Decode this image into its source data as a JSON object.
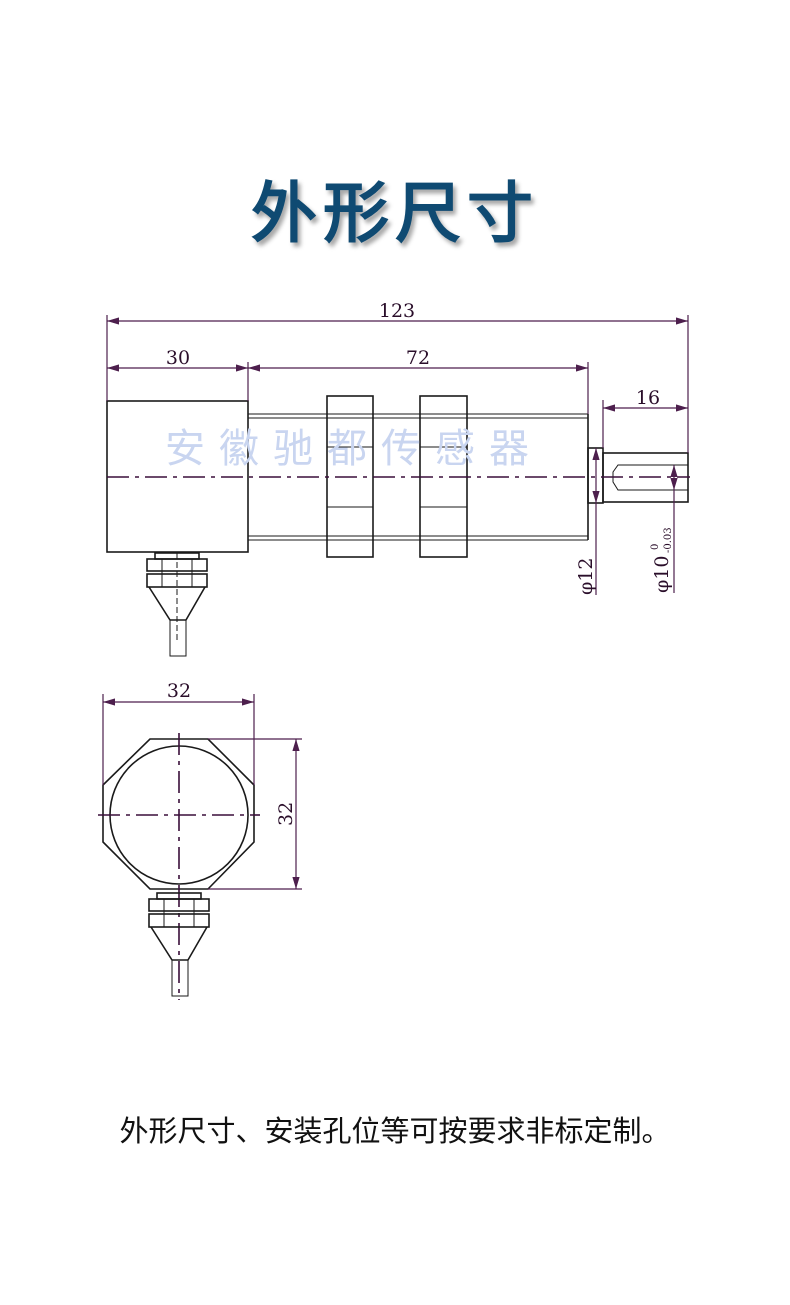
{
  "title": "外形尺寸",
  "watermark": "安徽驰都传感器",
  "dimensions": {
    "overall_length": "123",
    "head_length": "30",
    "body_length": "72",
    "shaft_length": "16",
    "shoulder_diameter": "φ12",
    "shaft_diameter": "φ10",
    "shaft_tol_upper": "0",
    "shaft_tol_lower": "-0.03",
    "front_width": "32",
    "front_height": "32"
  },
  "caption": "外形尺寸、安装孔位等可按要求非标定制。",
  "colors": {
    "title": "#0f4a72",
    "dimension": "#4d1f4d",
    "watermark": "#c9d5f0"
  }
}
